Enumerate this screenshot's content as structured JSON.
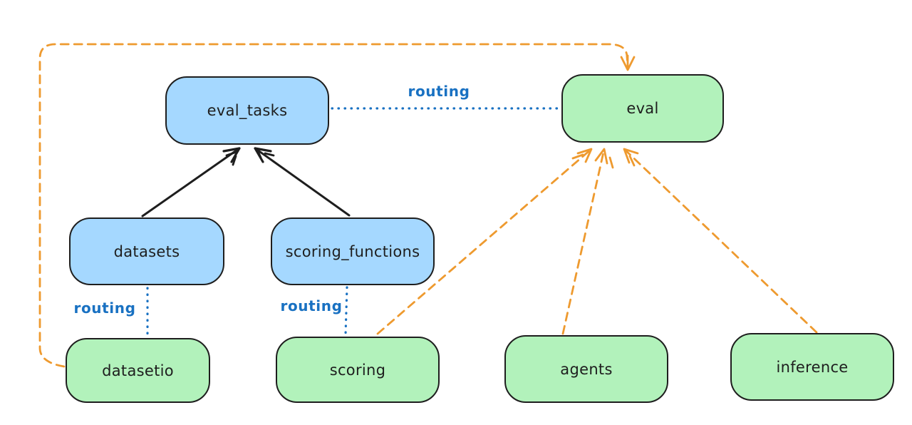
{
  "canvas": {
    "background": "#ffffff"
  },
  "colors": {
    "node_border": "#1e1e1e",
    "node_text": "#1e1e1e",
    "resource_fill_blue": "#a5d8ff",
    "provider_fill_green": "#b2f2bb",
    "routing_blue": "#1971c2",
    "orange_dashed": "#ee9a2f",
    "solid_arrow_black": "#1e1e1e"
  },
  "nodes": [
    {
      "id": "eval_tasks",
      "label": "eval_tasks",
      "fill": "#a5d8ff"
    },
    {
      "id": "eval",
      "label": "eval",
      "fill": "#b2f2bb"
    },
    {
      "id": "datasets",
      "label": "datasets",
      "fill": "#a5d8ff"
    },
    {
      "id": "scoring_functions",
      "label": "scoring_functions",
      "fill": "#a5d8ff"
    },
    {
      "id": "datasetio",
      "label": "datasetio",
      "fill": "#b2f2bb"
    },
    {
      "id": "scoring",
      "label": "scoring",
      "fill": "#b2f2bb"
    },
    {
      "id": "agents",
      "label": "agents",
      "fill": "#b2f2bb"
    },
    {
      "id": "inference",
      "label": "inference",
      "fill": "#b2f2bb"
    }
  ],
  "edges": [
    {
      "from": "datasets",
      "to": "eval_tasks",
      "style": "solid-arrow",
      "color": "#1e1e1e",
      "label": ""
    },
    {
      "from": "scoring_functions",
      "to": "eval_tasks",
      "style": "solid-arrow",
      "color": "#1e1e1e",
      "label": ""
    },
    {
      "from": "eval_tasks",
      "to": "eval",
      "style": "dotted",
      "color": "#1971c2",
      "label": "routing"
    },
    {
      "from": "datasets",
      "to": "datasetio",
      "style": "dotted",
      "color": "#1971c2",
      "label": "routing"
    },
    {
      "from": "scoring_functions",
      "to": "scoring",
      "style": "dotted",
      "color": "#1971c2",
      "label": "routing"
    },
    {
      "from": "datasetio",
      "to": "eval",
      "style": "dashed-arrow",
      "color": "#ee9a2f",
      "label": ""
    },
    {
      "from": "scoring",
      "to": "eval",
      "style": "dashed-arrow",
      "color": "#ee9a2f",
      "label": ""
    },
    {
      "from": "agents",
      "to": "eval",
      "style": "dashed-arrow",
      "color": "#ee9a2f",
      "label": ""
    },
    {
      "from": "inference",
      "to": "eval",
      "style": "dashed-arrow",
      "color": "#ee9a2f",
      "label": ""
    }
  ]
}
